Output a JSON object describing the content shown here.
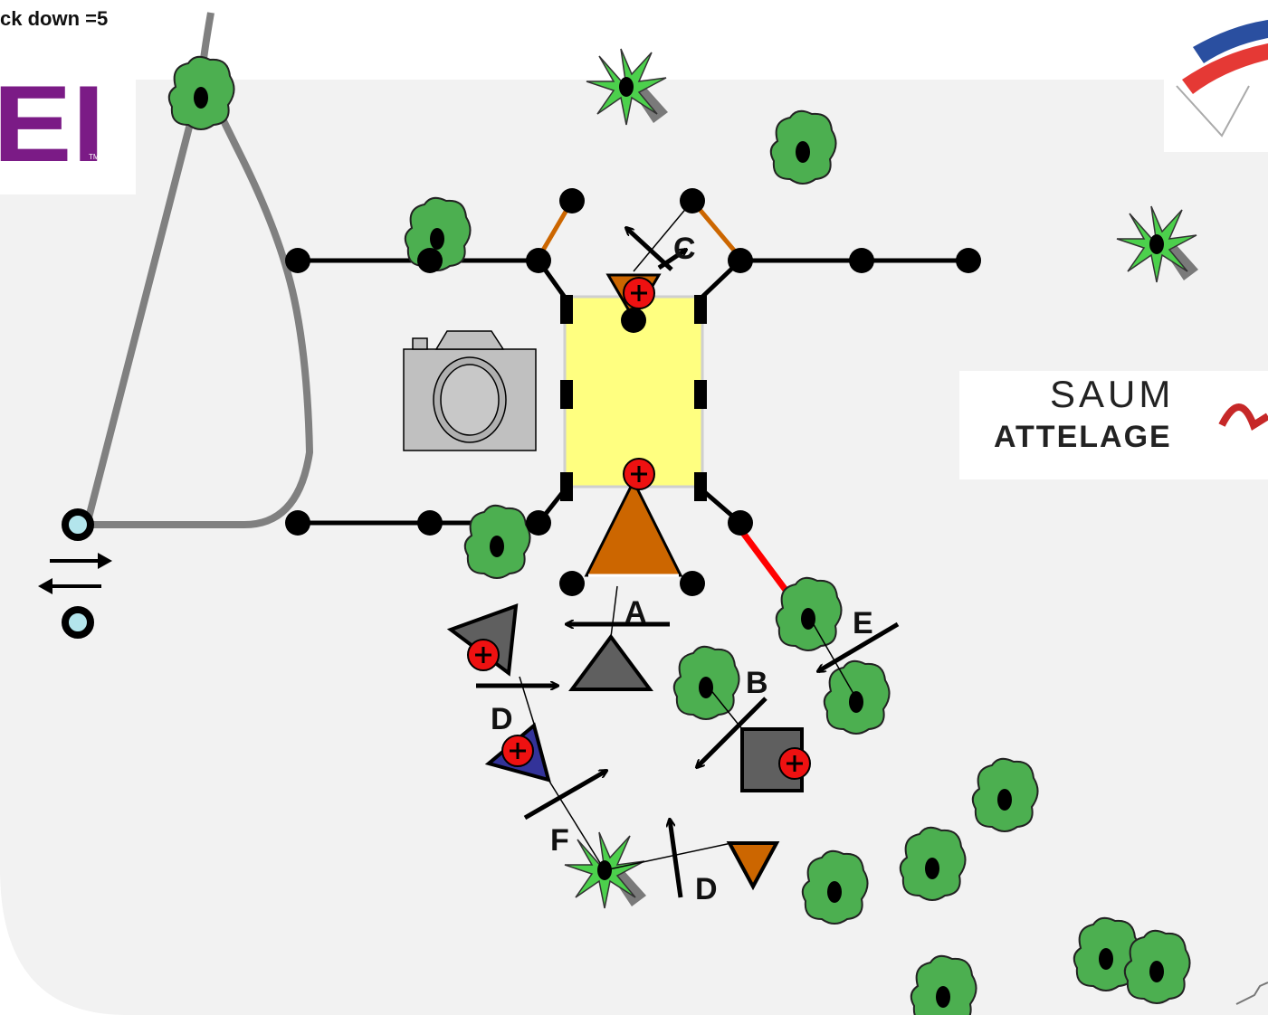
{
  "note_text": "ck down =5",
  "logos": {
    "fei_text": "EI",
    "fei_tm": "TM",
    "saumur_line1": "SAUM",
    "saumur_line2": "ATTELAGE"
  },
  "obstacle_labels": {
    "A": "A",
    "B": "B",
    "C": "C",
    "D_upper": "D",
    "D_lower": "D",
    "E": "E",
    "F": "F"
  },
  "colors": {
    "arena": "#f2f2f2",
    "bush": "#4caf50",
    "fence_dot": "#000000",
    "orange_marker": "#cc6600",
    "grey_marker": "#5f5f5f",
    "blue_marker": "#333399",
    "start_finish_ring": "#b3e5ec",
    "central_box": "#ffff80",
    "red_line": "#ff0000",
    "track_path": "#808080",
    "fei_purple": "#7b1b86"
  },
  "icons": [
    "camera-icon",
    "tree-icon",
    "bush-icon",
    "direction-arrow-icon",
    "penalty-plus-icon"
  ]
}
